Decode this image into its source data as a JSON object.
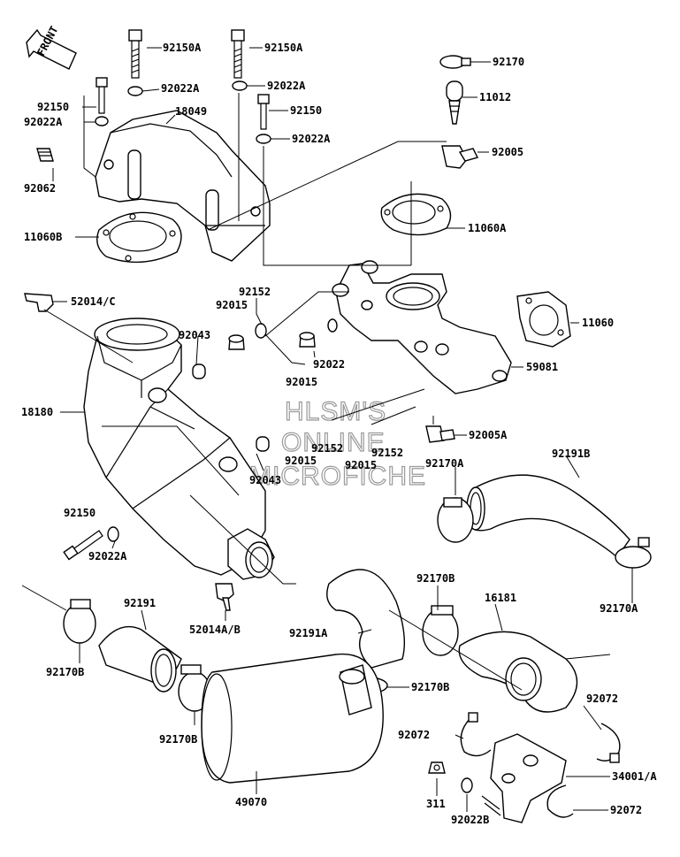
{
  "direction_tag": "FRONT",
  "watermark": [
    "HLSM'S",
    "ONLINE",
    "MICROFICHE"
  ],
  "parts": {
    "p92150A_1": "92150A",
    "p92150A_2": "92150A",
    "p92170_top": "92170",
    "p92022A_1": "92022A",
    "p92022A_2": "92022A",
    "p92150_left": "92150",
    "p92150_mid": "92150",
    "p11012": "11012",
    "p92022A_left": "92022A",
    "p18049": "18049",
    "p92022A_mid": "92022A",
    "p92005": "92005",
    "p92062": "92062",
    "p11060B": "11060B",
    "p11060A": "11060A",
    "p52014C": "52014/C",
    "p92152_top": "92152",
    "p92015_top": "92015",
    "p11060": "11060",
    "p92043_top": "92043",
    "p92022": "92022",
    "p92015_mid": "92015",
    "p59081": "59081",
    "p18180": "18180",
    "p92005A": "92005A",
    "p92152_a": "92152",
    "p92152_b": "92152",
    "p92015_b": "92015",
    "p92015_c": "92015",
    "p92191B": "92191B",
    "p92170A_1": "92170A",
    "p92043_bot": "92043",
    "p92150_low": "92150",
    "p92022A_low": "92022A",
    "p92170A_2": "92170A",
    "p92170B_1": "92170B",
    "p92191": "92191",
    "p52014AB": "52014A/B",
    "p16181": "16181",
    "p92191A": "92191A",
    "p92170B_2": "92170B",
    "p92170B_3": "92170B",
    "p92170B_4": "92170B",
    "p92072_1": "92072",
    "p92072_2": "92072",
    "p34001A": "34001/A",
    "p49070": "49070",
    "p311": "311",
    "p92022B": "92022B",
    "p92072_3": "92072"
  }
}
